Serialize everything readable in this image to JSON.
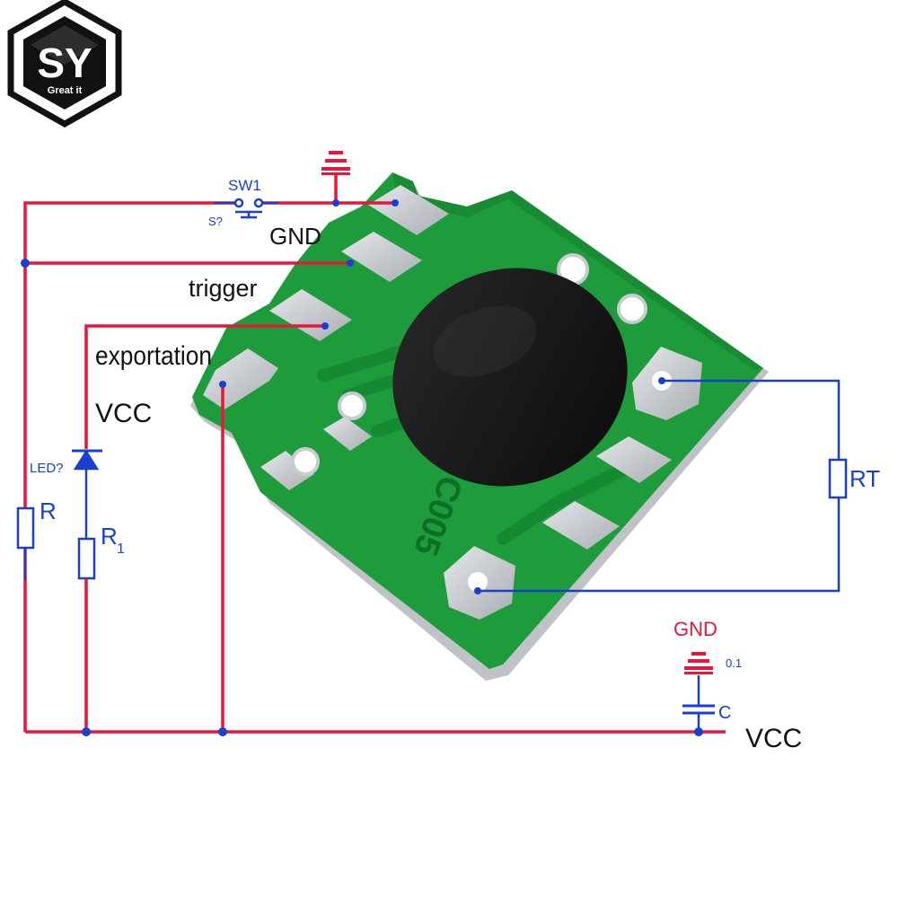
{
  "logo": {
    "mark": "SY",
    "tagline": "Great it",
    "icon": "hexagon-cube-logo-icon"
  },
  "board": {
    "silkscreen": "C005"
  },
  "labels": {
    "sw1": "SW1",
    "s_ref": "S?",
    "gnd_pin": "GND",
    "trigger": "trigger",
    "exportation": "exportation",
    "vcc_pin": "VCC",
    "led": "LED?",
    "r": "R",
    "r1_main": "R",
    "r1_sub": "1",
    "rt": "RT",
    "gnd_bottom": "GND",
    "cap_value": "0.1",
    "c": "C",
    "vcc_bottom": "VCC"
  },
  "colors": {
    "wire_red": "#e8173a",
    "wire_blue": "#1a3fcf",
    "pcb_green": "#1e9b3a",
    "pad_silver": "#c9cdd1",
    "blob_black": "#141414"
  },
  "icons": [
    "ground-symbol-icon",
    "push-switch-icon",
    "led-diode-icon",
    "resistor-icon",
    "capacitor-icon",
    "junction-dot-icon"
  ]
}
